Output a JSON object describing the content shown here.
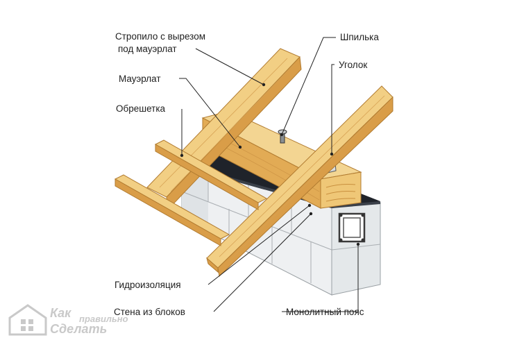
{
  "labels": {
    "rafter_line1": "Стропило с вырезом",
    "rafter_line2": "под мауэрлат",
    "mauerlat": "Мауэрлат",
    "lathing": "Обрешетка",
    "stud": "Шпилька",
    "angle": "Уголок",
    "waterproofing": "Гидроизоляция",
    "block_wall": "Стена из блоков",
    "monolithic_belt": "Монолитный пояс"
  },
  "watermark": {
    "word1": "Как",
    "word2": "правильно",
    "word3": "Сделать"
  },
  "colors": {
    "wood_light": "#f2cf84",
    "wood_mid": "#e3ad55",
    "wood_dark": "#c98a3a",
    "block_light": "#eceff1",
    "block_shade": "#d5d9dc",
    "membrane": "#1f232a",
    "leader": "#222222",
    "watermark": "#c9c9c9"
  }
}
